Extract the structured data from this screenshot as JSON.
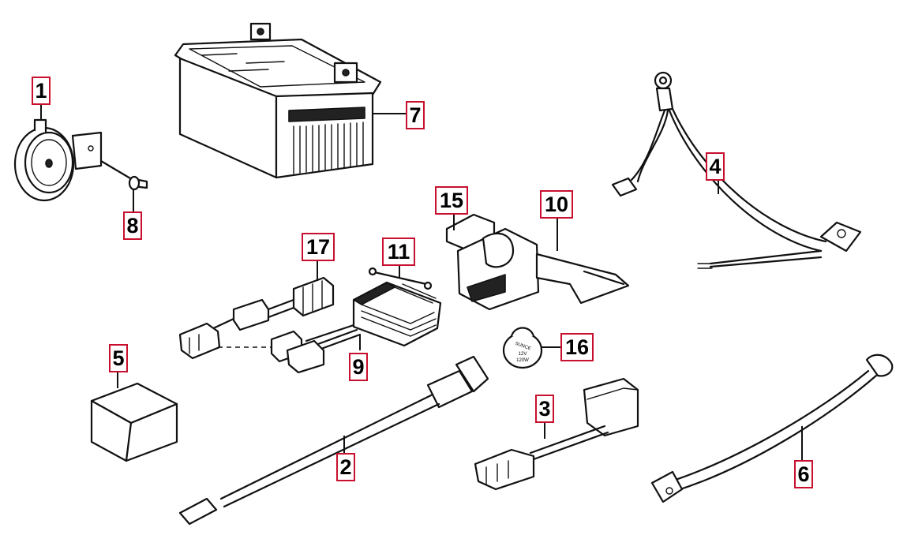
{
  "callouts": {
    "c1": "1",
    "c2": "2",
    "c3": "3",
    "c4": "4",
    "c5": "5",
    "c6": "6",
    "c7": "7",
    "c8": "8",
    "c9": "9",
    "c10": "10",
    "c11": "11",
    "c15": "15",
    "c16": "16",
    "c17": "17"
  },
  "fuse_cap_text": {
    "line1": "SUNCE",
    "line2": "12V",
    "line3": "120W"
  },
  "colors": {
    "callout_border": "#c8102e",
    "line": "#111111"
  }
}
